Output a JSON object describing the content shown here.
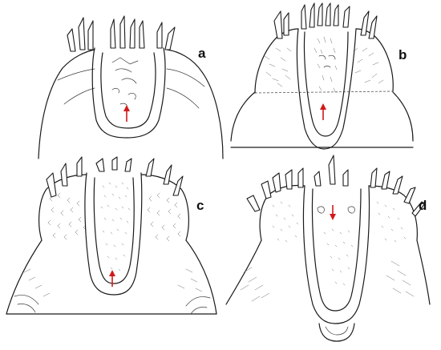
{
  "panels": [
    {
      "id": "a",
      "label": "a",
      "arrow_color": "#d11a1a",
      "arrow_direction": "up"
    },
    {
      "id": "b",
      "label": "b",
      "arrow_color": "#d11a1a",
      "arrow_direction": "up"
    },
    {
      "id": "c",
      "label": "c",
      "arrow_color": "#d11a1a",
      "arrow_direction": "up"
    },
    {
      "id": "d",
      "label": "d",
      "arrow_color": "#d11a1a",
      "arrow_direction": "down"
    }
  ],
  "style": {
    "line_color": "#1a1a1a",
    "background": "#ffffff"
  }
}
